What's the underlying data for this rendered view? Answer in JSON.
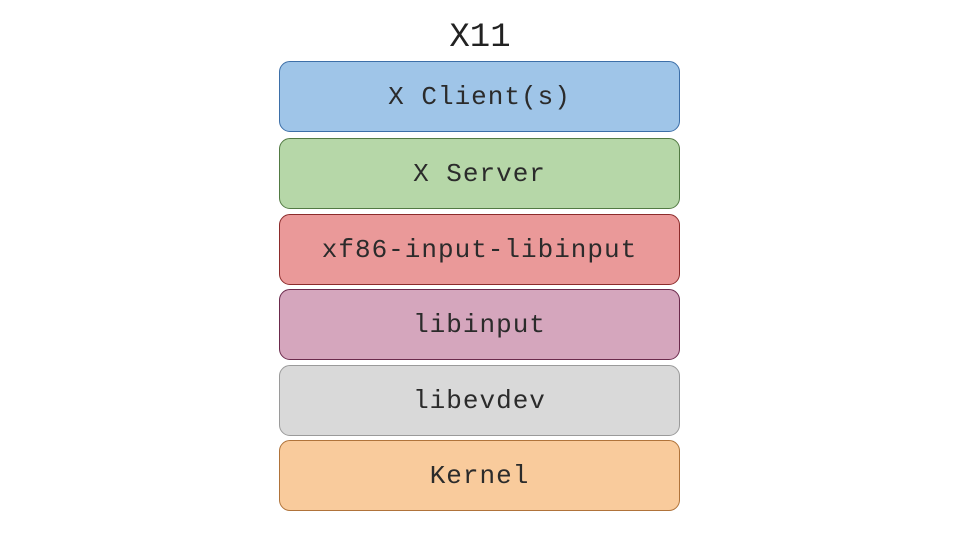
{
  "title": "X11",
  "layers": [
    {
      "label": "X Client(s)",
      "fill": "#9fc5e8",
      "border": "#3d6fa8"
    },
    {
      "label": "X Server",
      "fill": "#b6d7a8",
      "border": "#527a43"
    },
    {
      "label": "xf86-input-libinput",
      "fill": "#ea9999",
      "border": "#8c2b2b"
    },
    {
      "label": "libinput",
      "fill": "#d5a6bd",
      "border": "#6b2a4c"
    },
    {
      "label": "libevdev",
      "fill": "#d9d9d9",
      "border": "#9a9a9a"
    },
    {
      "label": "Kernel",
      "fill": "#f9cb9c",
      "border": "#b0733a"
    }
  ]
}
